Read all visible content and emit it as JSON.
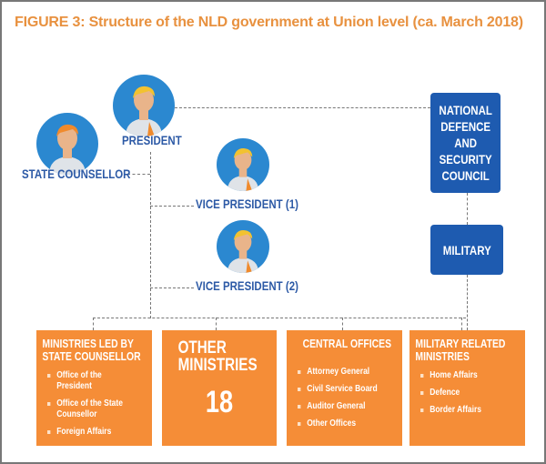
{
  "title": "FIGURE 3: Structure of the NLD government at Union level (ca. March 2018)",
  "people": {
    "president": "PRESIDENT",
    "state_counsellor": "STATE COUNSELLOR",
    "vp1": "VICE PRESIDENT (1)",
    "vp2": "VICE PRESIDENT (2)"
  },
  "ndsc": [
    "NATIONAL",
    "DEFENCE",
    "AND",
    "SECURITY",
    "COUNCIL"
  ],
  "military": "MILITARY",
  "boxes": {
    "sc": {
      "h1": "MINISTRIES LED BY",
      "h2": "STATE COUNSELLOR",
      "items": [
        "Office of the President",
        "Office of the State Counsellor",
        "Foreign Affairs"
      ]
    },
    "other": {
      "h1": "OTHER",
      "h2": "MINISTRIES",
      "count": "18"
    },
    "central": {
      "h1": "CENTRAL OFFICES",
      "items": [
        "Attorney General",
        "Civil Service Board",
        "Auditor General",
        "Other Offices"
      ]
    },
    "mil": {
      "h1": "MILITARY RELATED",
      "h2": "MINISTRIES",
      "items": [
        "Home Affairs",
        "Defence",
        "Border Affairs"
      ]
    }
  },
  "colors": {
    "orange": "#f58d37",
    "blue": "#1e5bb0",
    "avatar": "#2b88d0"
  }
}
